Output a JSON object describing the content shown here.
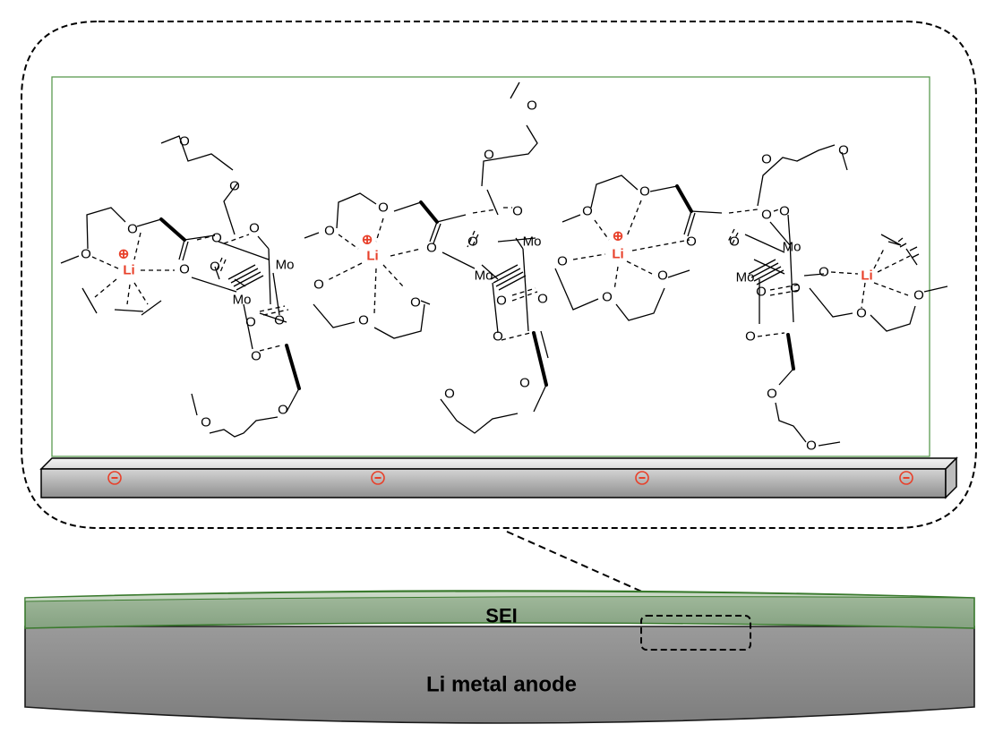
{
  "figure": {
    "type": "schematic",
    "zoom_inset": {
      "description": "Dashed rounded callout showing molecular structure of SEI layer on anode surface",
      "molecular_structure": {
        "atoms": {
          "lithium": "Li",
          "molybdenum": "Mo",
          "oxygen": "O",
          "cation_charge": "⊕",
          "anion_charge": "⊖"
        },
        "li_centers": [
          {
            "label": "Li",
            "charge": "⊕"
          },
          {
            "label": "Li",
            "charge": "⊕"
          },
          {
            "label": "Li",
            "charge": "⊕"
          },
          {
            "label": "Li",
            "charge": ""
          }
        ],
        "mo_dimers": 3,
        "mo_mo_bond": "quadruple"
      },
      "surface_charges": [
        "⊖",
        "⊖",
        "⊖",
        "⊖"
      ]
    },
    "layers": {
      "sei_label": "SEI",
      "anode_label": "Li metal anode"
    },
    "colors": {
      "li_red": "#e8402a",
      "sei_green": "#8fa88a",
      "sei_border": "#3a7a2e",
      "anode_gray": "#8c8c8c",
      "inset_border": "#5a9a50"
    }
  }
}
